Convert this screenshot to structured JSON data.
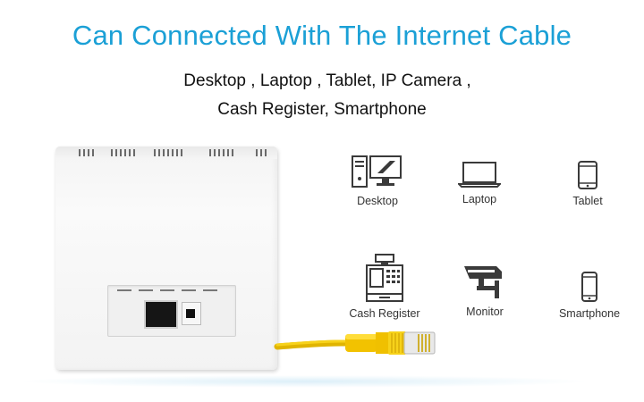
{
  "header": {
    "title": "Can Connected With The Internet Cable",
    "line1": "Desktop ,  Laptop ,  Tablet,  IP Camera ,",
    "line2": "Cash Register, Smartphone"
  },
  "colors": {
    "title": "#1ba0d6",
    "cable": "#f2c200",
    "icon": "#3a3a3a"
  },
  "devices": [
    {
      "label": "Desktop",
      "icon": "desktop-icon"
    },
    {
      "label": "Laptop",
      "icon": "laptop-icon"
    },
    {
      "label": "Tablet",
      "icon": "tablet-icon"
    },
    {
      "label": "Cash Register",
      "icon": "cash-register-icon"
    },
    {
      "label": "Monitor",
      "icon": "security-camera-icon"
    },
    {
      "label": "Smartphone",
      "icon": "smartphone-icon"
    }
  ]
}
